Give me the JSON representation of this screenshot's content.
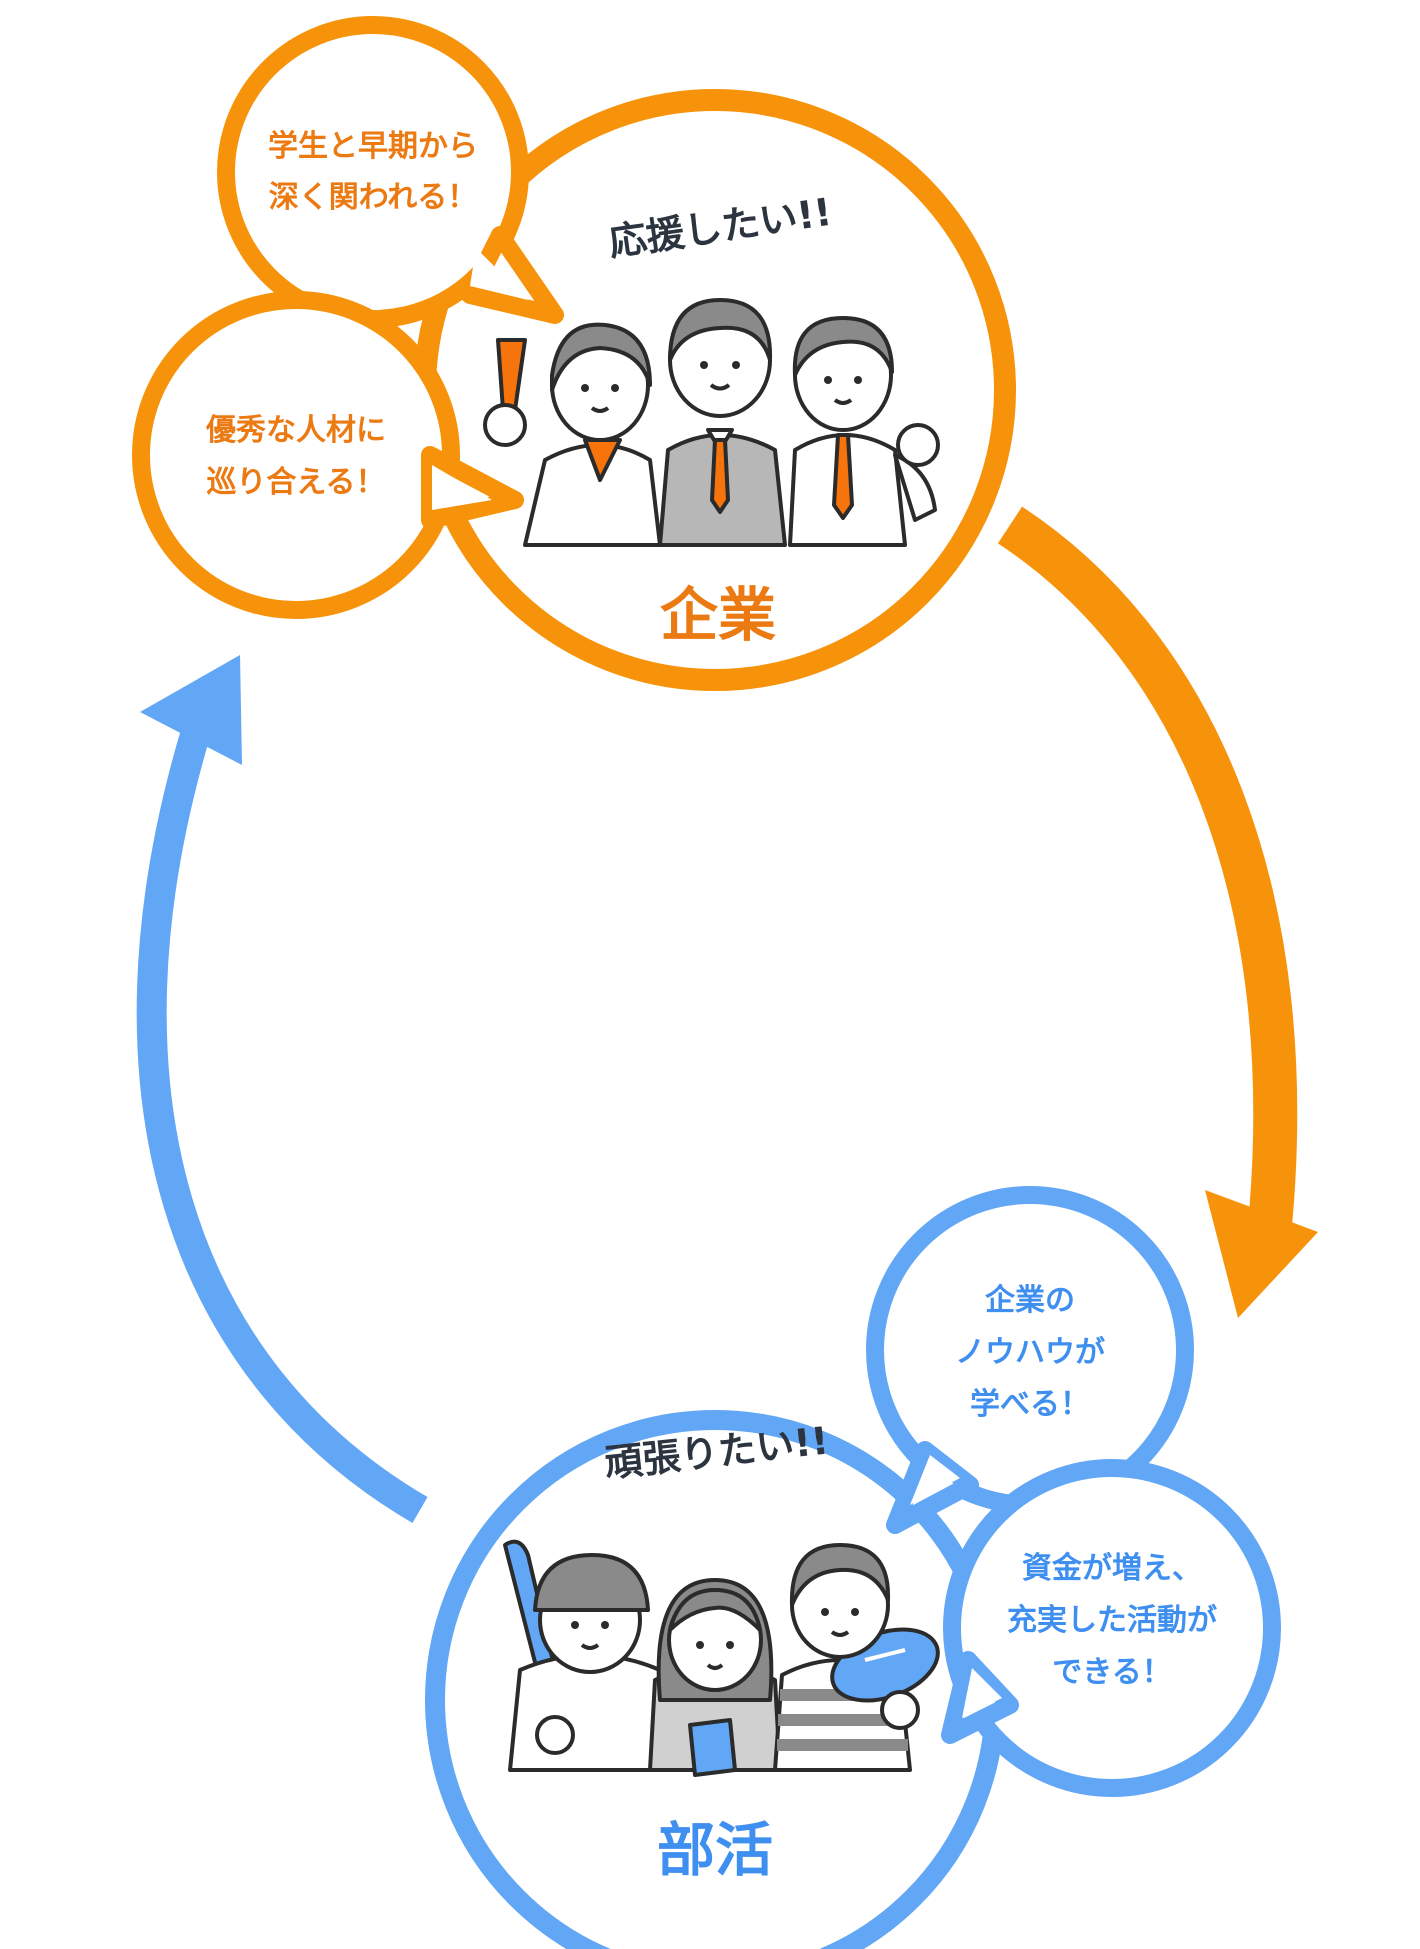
{
  "colors": {
    "company": "#f7930b",
    "company_text": "#ec7a12",
    "club": "#62a6f6",
    "club_text": "#3f8ff0",
    "dark_text": "#2c3440",
    "skin": "#ffffff",
    "hair": "#8a8a8a",
    "suit_gray": "#b7b7b7",
    "outline": "#2b2b2b",
    "tie": "#f7730b"
  },
  "company": {
    "label": "企業",
    "cheer": "応援したい!!",
    "bubble_top": [
      "学生と早期から",
      "深く関われる！"
    ],
    "bubble_left": [
      "優秀な人材に",
      "巡り合える！"
    ]
  },
  "club": {
    "label": "部活",
    "cheer": "頑張りたい!!",
    "bubble_top": [
      "企業の",
      "ノウハウが",
      "学べる！"
    ],
    "bubble_right": [
      "資金が増え、",
      "充実した活動が",
      "できる！"
    ]
  },
  "icons": {
    "company_people": "office-workers-cheering-icon",
    "club_people": "students-with-sports-gear-icon"
  }
}
